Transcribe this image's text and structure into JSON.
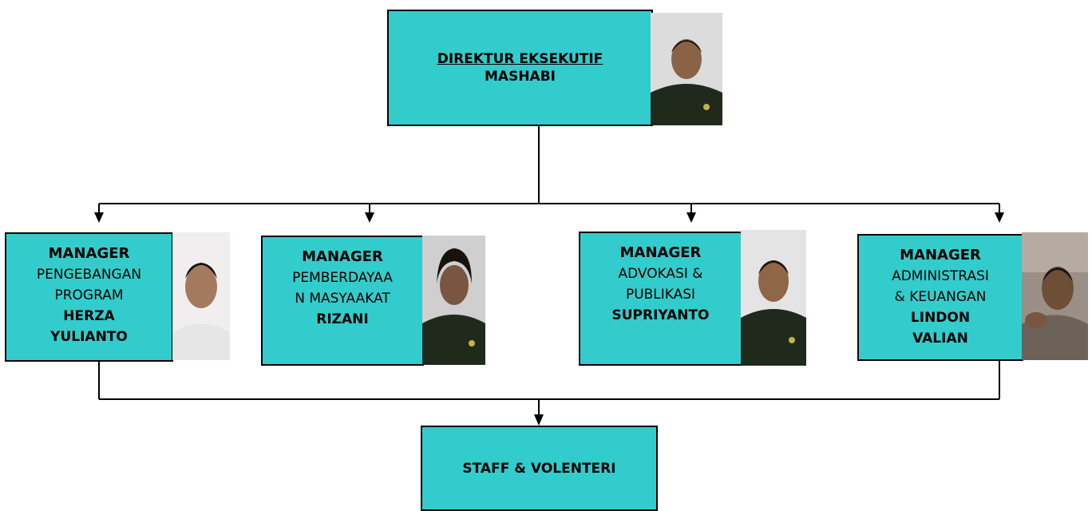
{
  "director": {
    "title": "DIREKTUR EKSEKUTIF",
    "name": "MASHABI"
  },
  "managers": [
    {
      "label": "MANAGER",
      "dept": [
        "PENGEBANGAN",
        "PROGRAM"
      ],
      "name": [
        "HERZA",
        "YULIANTO"
      ]
    },
    {
      "label": "MANAGER",
      "dept": [
        "PEMBERDAYAA",
        "N MASYAAKAT"
      ],
      "name": [
        "RIZANI"
      ]
    },
    {
      "label": "MANAGER",
      "dept": [
        "ADVOKASI &",
        "PUBLIKASI"
      ],
      "name": [
        "SUPRIYANTO"
      ]
    },
    {
      "label": "MANAGER",
      "dept": [
        "ADMINISTRASI",
        "& KEUANGAN"
      ],
      "name": [
        "LINDON",
        "VALIAN"
      ]
    }
  ],
  "staff": {
    "label": "STAFF & VOLENTERI"
  },
  "colors": {
    "box_fill": "#33cccc",
    "line": "#000000",
    "photo_bg": "#ededed",
    "uniform": "#1f2a1c"
  }
}
